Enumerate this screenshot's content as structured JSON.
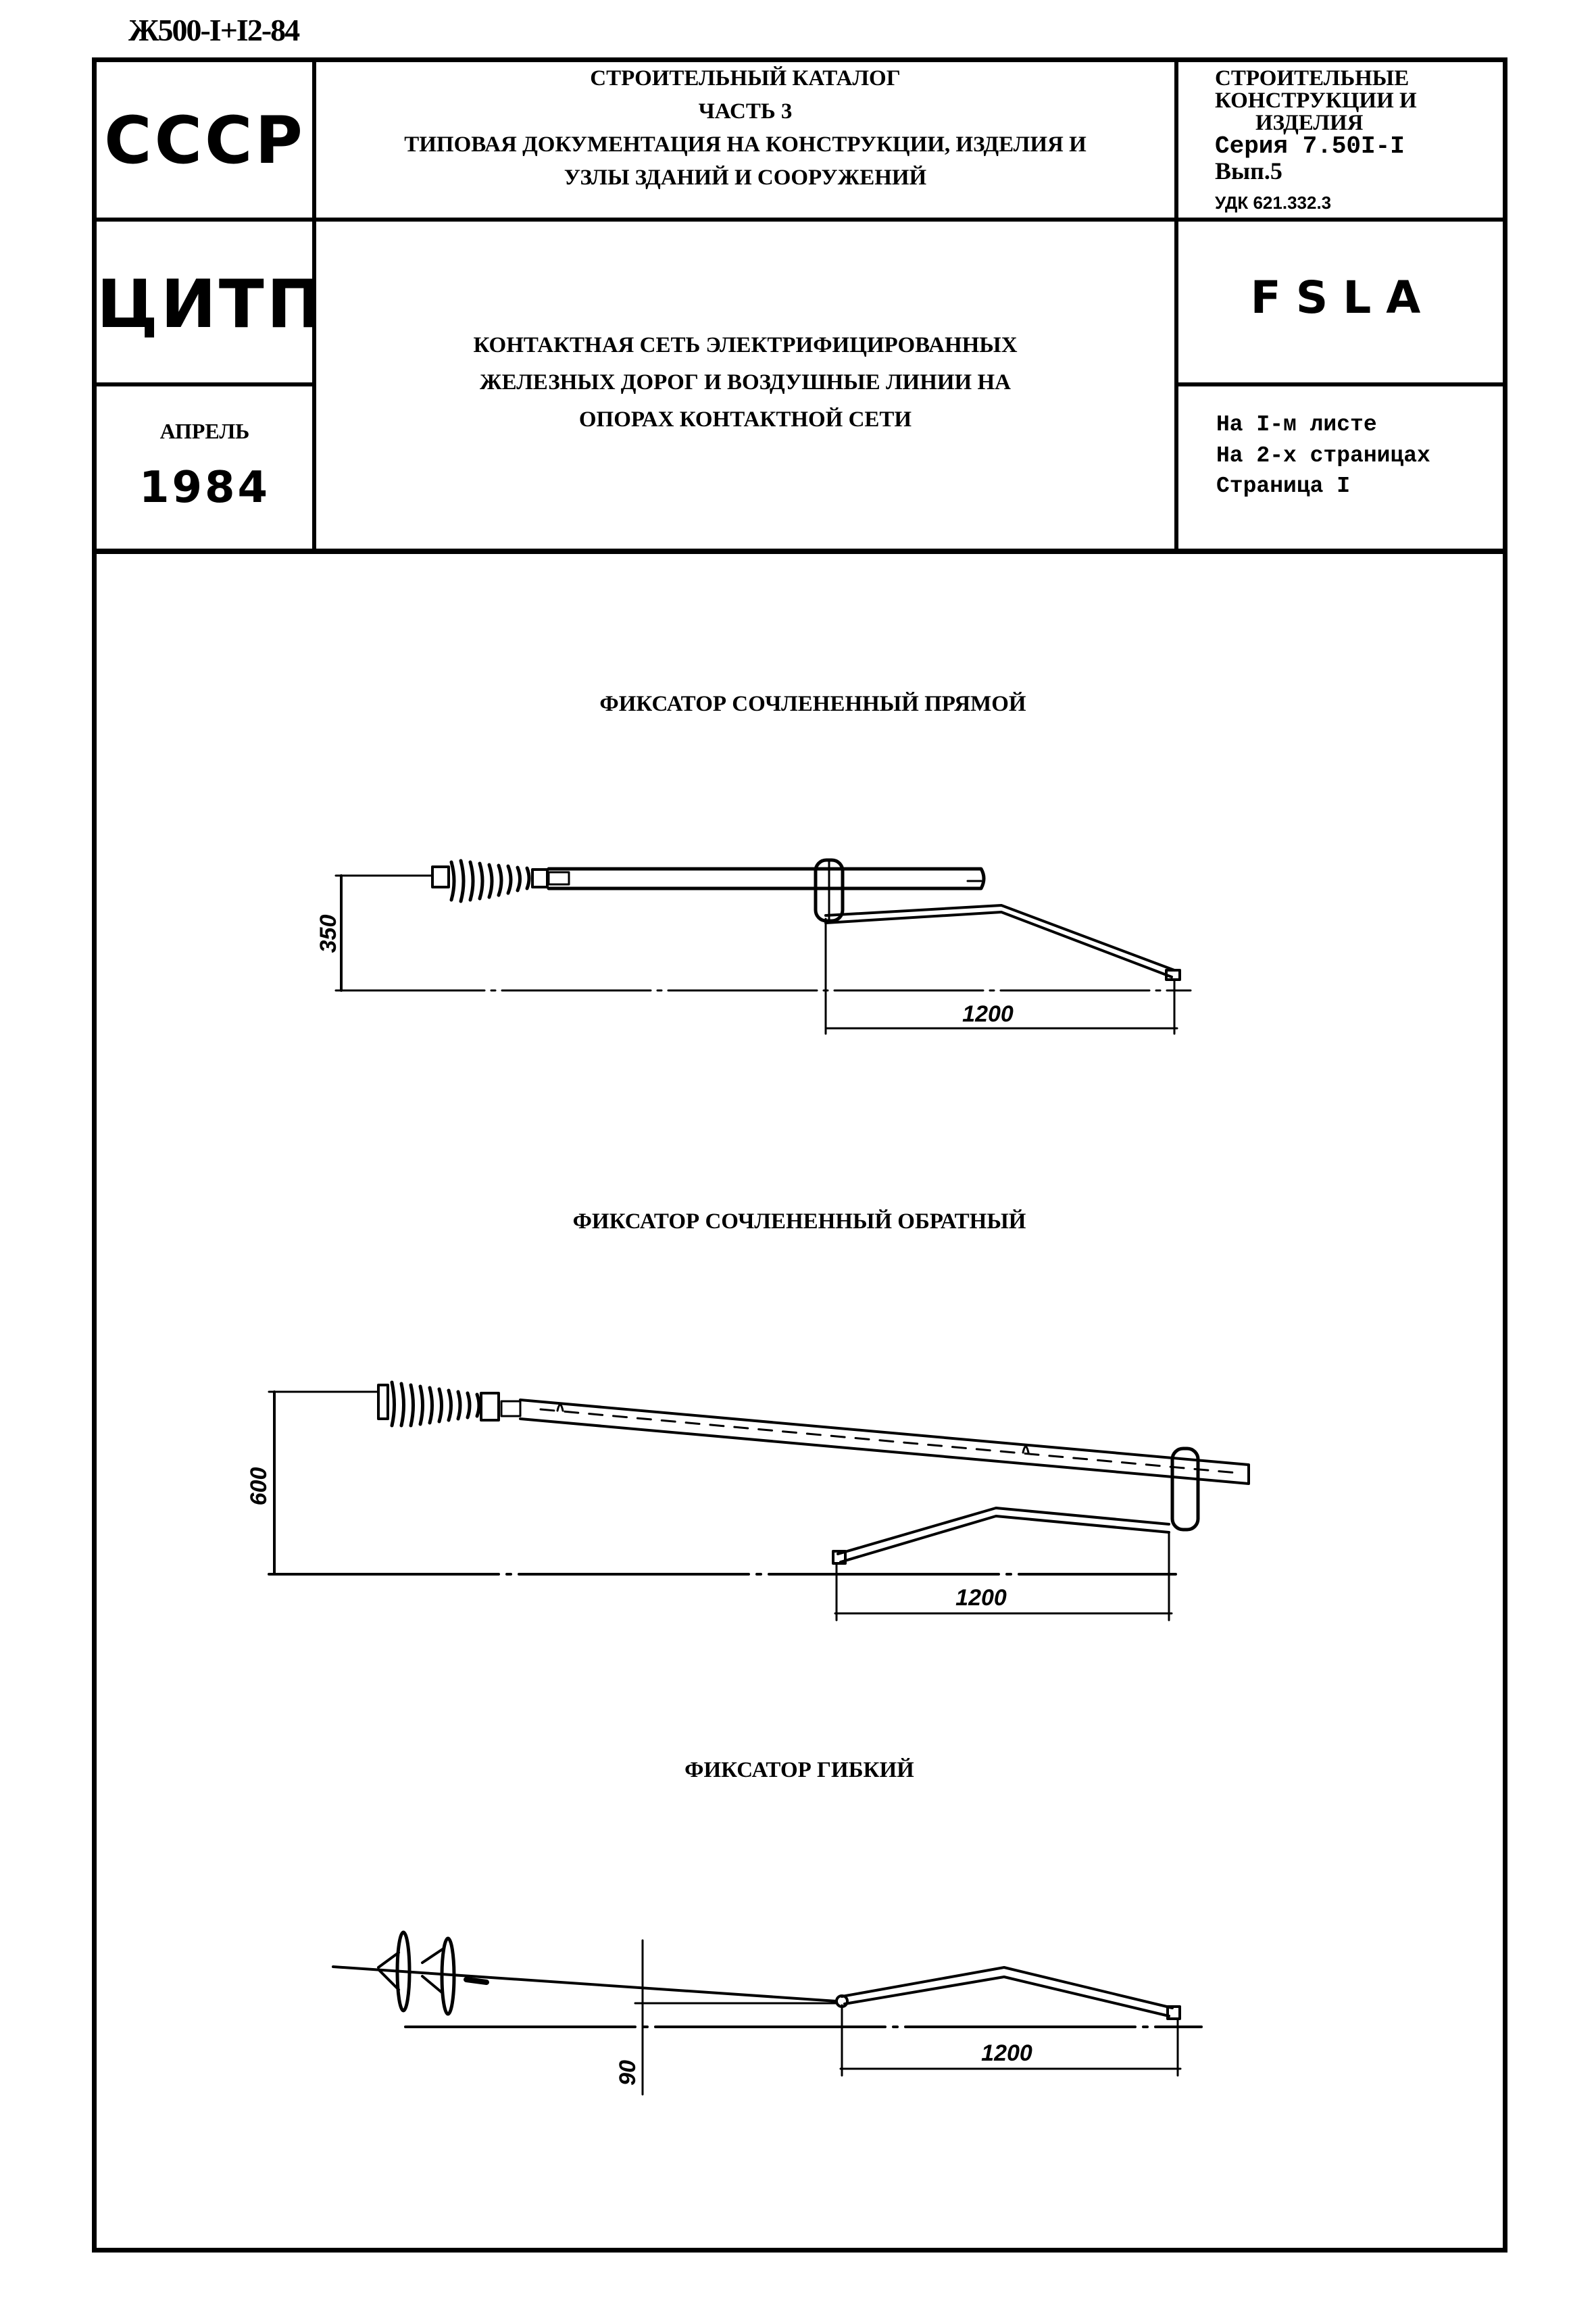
{
  "document": {
    "code": "Ж500-I+I2-84"
  },
  "header": {
    "left_top": "СССР",
    "left_mid": "ЦИТП",
    "left_month": "АПРЕЛЬ",
    "left_year": "1984",
    "center_top": {
      "line1": "СТРОИТЕЛЬНЫЙ КАТАЛОГ",
      "line2": "ЧАСТЬ 3",
      "line3": "ТИПОВАЯ ДОКУМЕНТАЦИЯ НА КОНСТРУКЦИИ, ИЗДЕЛИЯ И",
      "line4": "УЗЛЫ ЗДАНИЙ И СООРУЖЕНИЙ"
    },
    "center_title": {
      "line1": "КОНТАКТНАЯ СЕТЬ ЭЛЕКТРИФИЦИРОВАННЫХ",
      "line2": "ЖЕЛЕЗНЫХ ДОРОГ И ВОЗДУШНЫЕ ЛИНИИ НА",
      "line3": "ОПОРАХ КОНТАКТНОЙ СЕТИ"
    },
    "right_top": {
      "line1": "СТРОИТЕЛЬНЫЕ",
      "line2": "КОНСТРУКЦИИ И",
      "line3": "ИЗДЕЛИЯ",
      "series": "Серия 7.50I-I",
      "issue": "Вып.5",
      "udk": "УДК 621.332.3"
    },
    "right_code": "FSLA",
    "right_pages": {
      "line1": "На I-м листе",
      "line2": "На 2-х страницах",
      "line3": "Страница I"
    }
  },
  "drawings": [
    {
      "title": "ФИКСАТОР СОЧЛЕНЕННЫЙ ПРЯМОЙ",
      "height_dim": "350",
      "length_dim": "1200"
    },
    {
      "title": "ФИКСАТОР СОЧЛЕНЕННЫЙ ОБРАТНЫЙ",
      "height_dim": "600",
      "length_dim": "1200"
    },
    {
      "title": "ФИКСАТОР ГИБКИЙ",
      "height_dim": "90",
      "length_dim": "1200"
    }
  ],
  "colors": {
    "ink": "#000000",
    "paper": "#ffffff"
  }
}
